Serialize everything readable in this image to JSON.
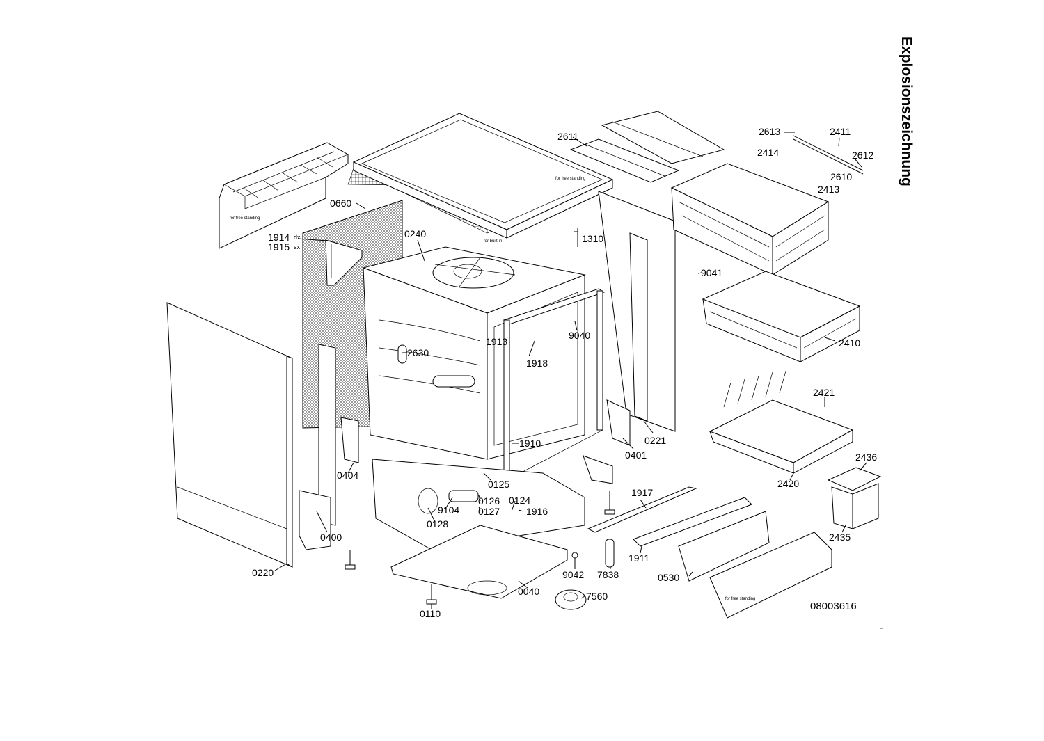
{
  "title": "Explosionszeichnung",
  "drawing_number": "08003616",
  "notes": {
    "free_standing": "for free standing",
    "built_in": "for built-in"
  },
  "callouts": {
    "c0660": "0660",
    "c1914": "1914",
    "c1915": "1915",
    "dx": "dx",
    "sx": "sx",
    "c0240": "0240",
    "c2611": "2611",
    "c2613": "2613",
    "c2411": "2411",
    "c2414": "2414",
    "c2612": "2612",
    "c2610": "2610",
    "c2413": "2413",
    "c1310": "1310",
    "c9041": "9041",
    "c1913": "1913",
    "c9040": "9040",
    "c2630": "2630",
    "c1918": "1918",
    "c2410": "2410",
    "c2421": "2421",
    "c1910": "1910",
    "c0221": "0221",
    "c0401": "0401",
    "c0404": "0404",
    "c0125": "0125",
    "c2436": "2436",
    "c2420": "2420",
    "c1917": "1917",
    "c9104": "9104",
    "c0126": "0126",
    "c0124": "0124",
    "c0127": "0127",
    "c1916": "1916",
    "c0128": "0128",
    "c0400": "0400",
    "c2435": "2435",
    "c1911": "1911",
    "c9042": "9042",
    "c7838": "7838",
    "c0530": "0530",
    "c0220": "0220",
    "c0040": "0040",
    "c7560": "7560",
    "c0110": "0110"
  }
}
